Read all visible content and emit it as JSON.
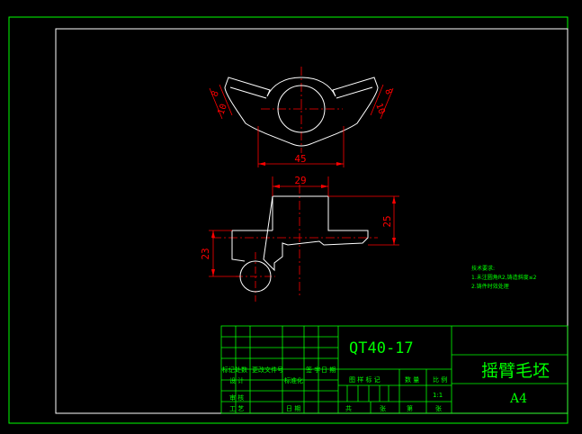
{
  "colors": {
    "background": "#000000",
    "frame": "#00ff00",
    "outline": "#ffffff",
    "dimension": "#ff0000",
    "centerline": "#ff0000",
    "title_text": "#00ff00",
    "notes": "#00ff00"
  },
  "front_view": {
    "dim_width": "45",
    "dim_left_width": "8",
    "dim_left_height": "10",
    "dim_right_width": "8",
    "dim_right_height": "10"
  },
  "side_view": {
    "dim_top_width": "29",
    "dim_right_height": "25",
    "dim_left_height": "23"
  },
  "notes": {
    "heading": "技术要求:",
    "line1": "1.未注圆角R2,铸造斜度≤2",
    "line2": "2.铸件时效处理"
  },
  "title_block": {
    "material": "QT40-17",
    "part_name": "摇臂毛坯",
    "sheet_size": "A4",
    "row_labels": {
      "mark": "标记处数",
      "change_doc": "更改文件号",
      "signature": "签 字",
      "date": "日 期",
      "design": "设 计",
      "standardize": "标准化",
      "review": "审 核",
      "process": "工 艺",
      "date2": "日 期"
    },
    "stage_labels": {
      "stage_mark": "图 样 标 记",
      "weight": "数 量",
      "scale": "比 例",
      "scale_value": "1:1",
      "total": "共",
      "sheet": "张",
      "page": "第",
      "page_unit": "张"
    }
  }
}
